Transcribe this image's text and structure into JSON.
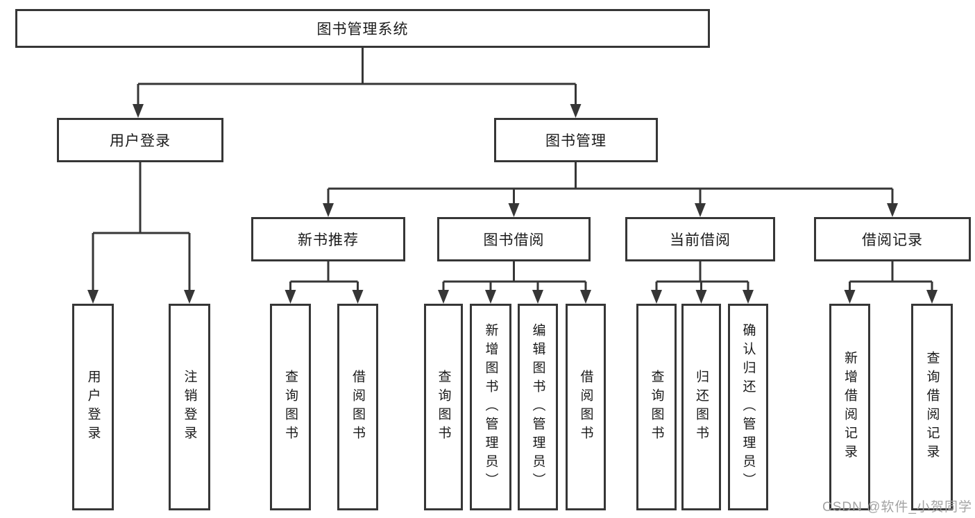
{
  "diagram": {
    "root": {
      "label": "图书管理系统"
    },
    "level2": [
      {
        "label": "用户登录"
      },
      {
        "label": "图书管理"
      }
    ],
    "level3": [
      {
        "label": "新书推荐"
      },
      {
        "label": "图书借阅"
      },
      {
        "label": "当前借阅"
      },
      {
        "label": "借阅记录"
      }
    ],
    "leaves": {
      "user_login": [
        "用户登录",
        "注销登录"
      ],
      "new_books": [
        "查询图书",
        "借阅图书"
      ],
      "book_borrow": [
        "查询图书",
        "新增图书（管理员）",
        "编辑图书（管理员）",
        "借阅图书"
      ],
      "current_borrow": [
        "查询图书",
        "归还图书",
        "确认归还（管理员）"
      ],
      "borrow_records": [
        "新增借阅记录",
        "查询借阅记录"
      ]
    }
  },
  "watermark": {
    "text": "CSDN @软件_小贺同学"
  },
  "colors": {
    "line": "#363636",
    "box_border": "#363636",
    "text": "#1a1a1a",
    "watermark_gray": "#9e9e9e",
    "background": "#ffffff"
  }
}
